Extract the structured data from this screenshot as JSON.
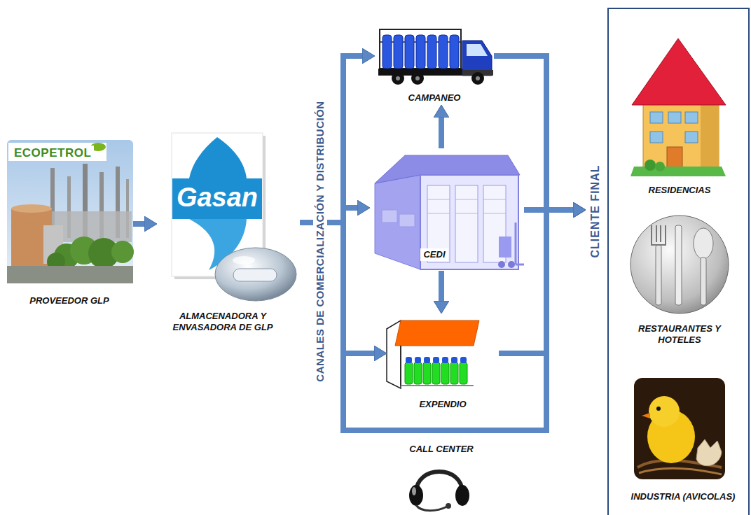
{
  "diagram": {
    "nodes": [
      {
        "text": [
          "ECOPETROL",
          "PROVEEDOR GLP"
        ]
      },
      {
        "text": [
          "Gasan",
          "ALMACENADORA Y ENVASADORA DE GLP"
        ]
      },
      {
        "text": [
          "CAMPANEO"
        ]
      },
      {
        "text": [
          "CEDI"
        ]
      },
      {
        "text": [
          "EXPENDIO"
        ]
      },
      {
        "text": [
          "CALL CENTER"
        ]
      },
      {
        "text": [
          "CLIENTE FINAL"
        ]
      },
      {
        "text": [
          "RESIDENCIAS"
        ],
        "in": 6
      },
      {
        "text": [
          "RESTAURANTES Y HOTELES"
        ],
        "in": 6
      },
      {
        "text": [
          "INDUSTRIA (AVICOLAS)"
        ],
        "in": 6
      }
    ],
    "edges": [
      {
        "from": 0,
        "to": 1,
        "arrow": "to"
      },
      {
        "from": 1,
        "to": 2,
        "arrow": "to"
      },
      {
        "from": 1,
        "to": 3,
        "arrow": "to"
      },
      {
        "from": 1,
        "to": 4,
        "arrow": "to"
      },
      {
        "from": 3,
        "to": 2,
        "arrow": "to"
      },
      {
        "from": 3,
        "to": 4,
        "arrow": "to"
      },
      {
        "from": 2,
        "to": 6,
        "arrow": "to"
      },
      {
        "from": 3,
        "to": 6,
        "arrow": "to"
      },
      {
        "from": 4,
        "to": 6,
        "arrow": "to"
      }
    ],
    "labels": [
      "CANALES DE COMERCIALIZACIÓN Y DISTRIBUCIÓN"
    ]
  }
}
